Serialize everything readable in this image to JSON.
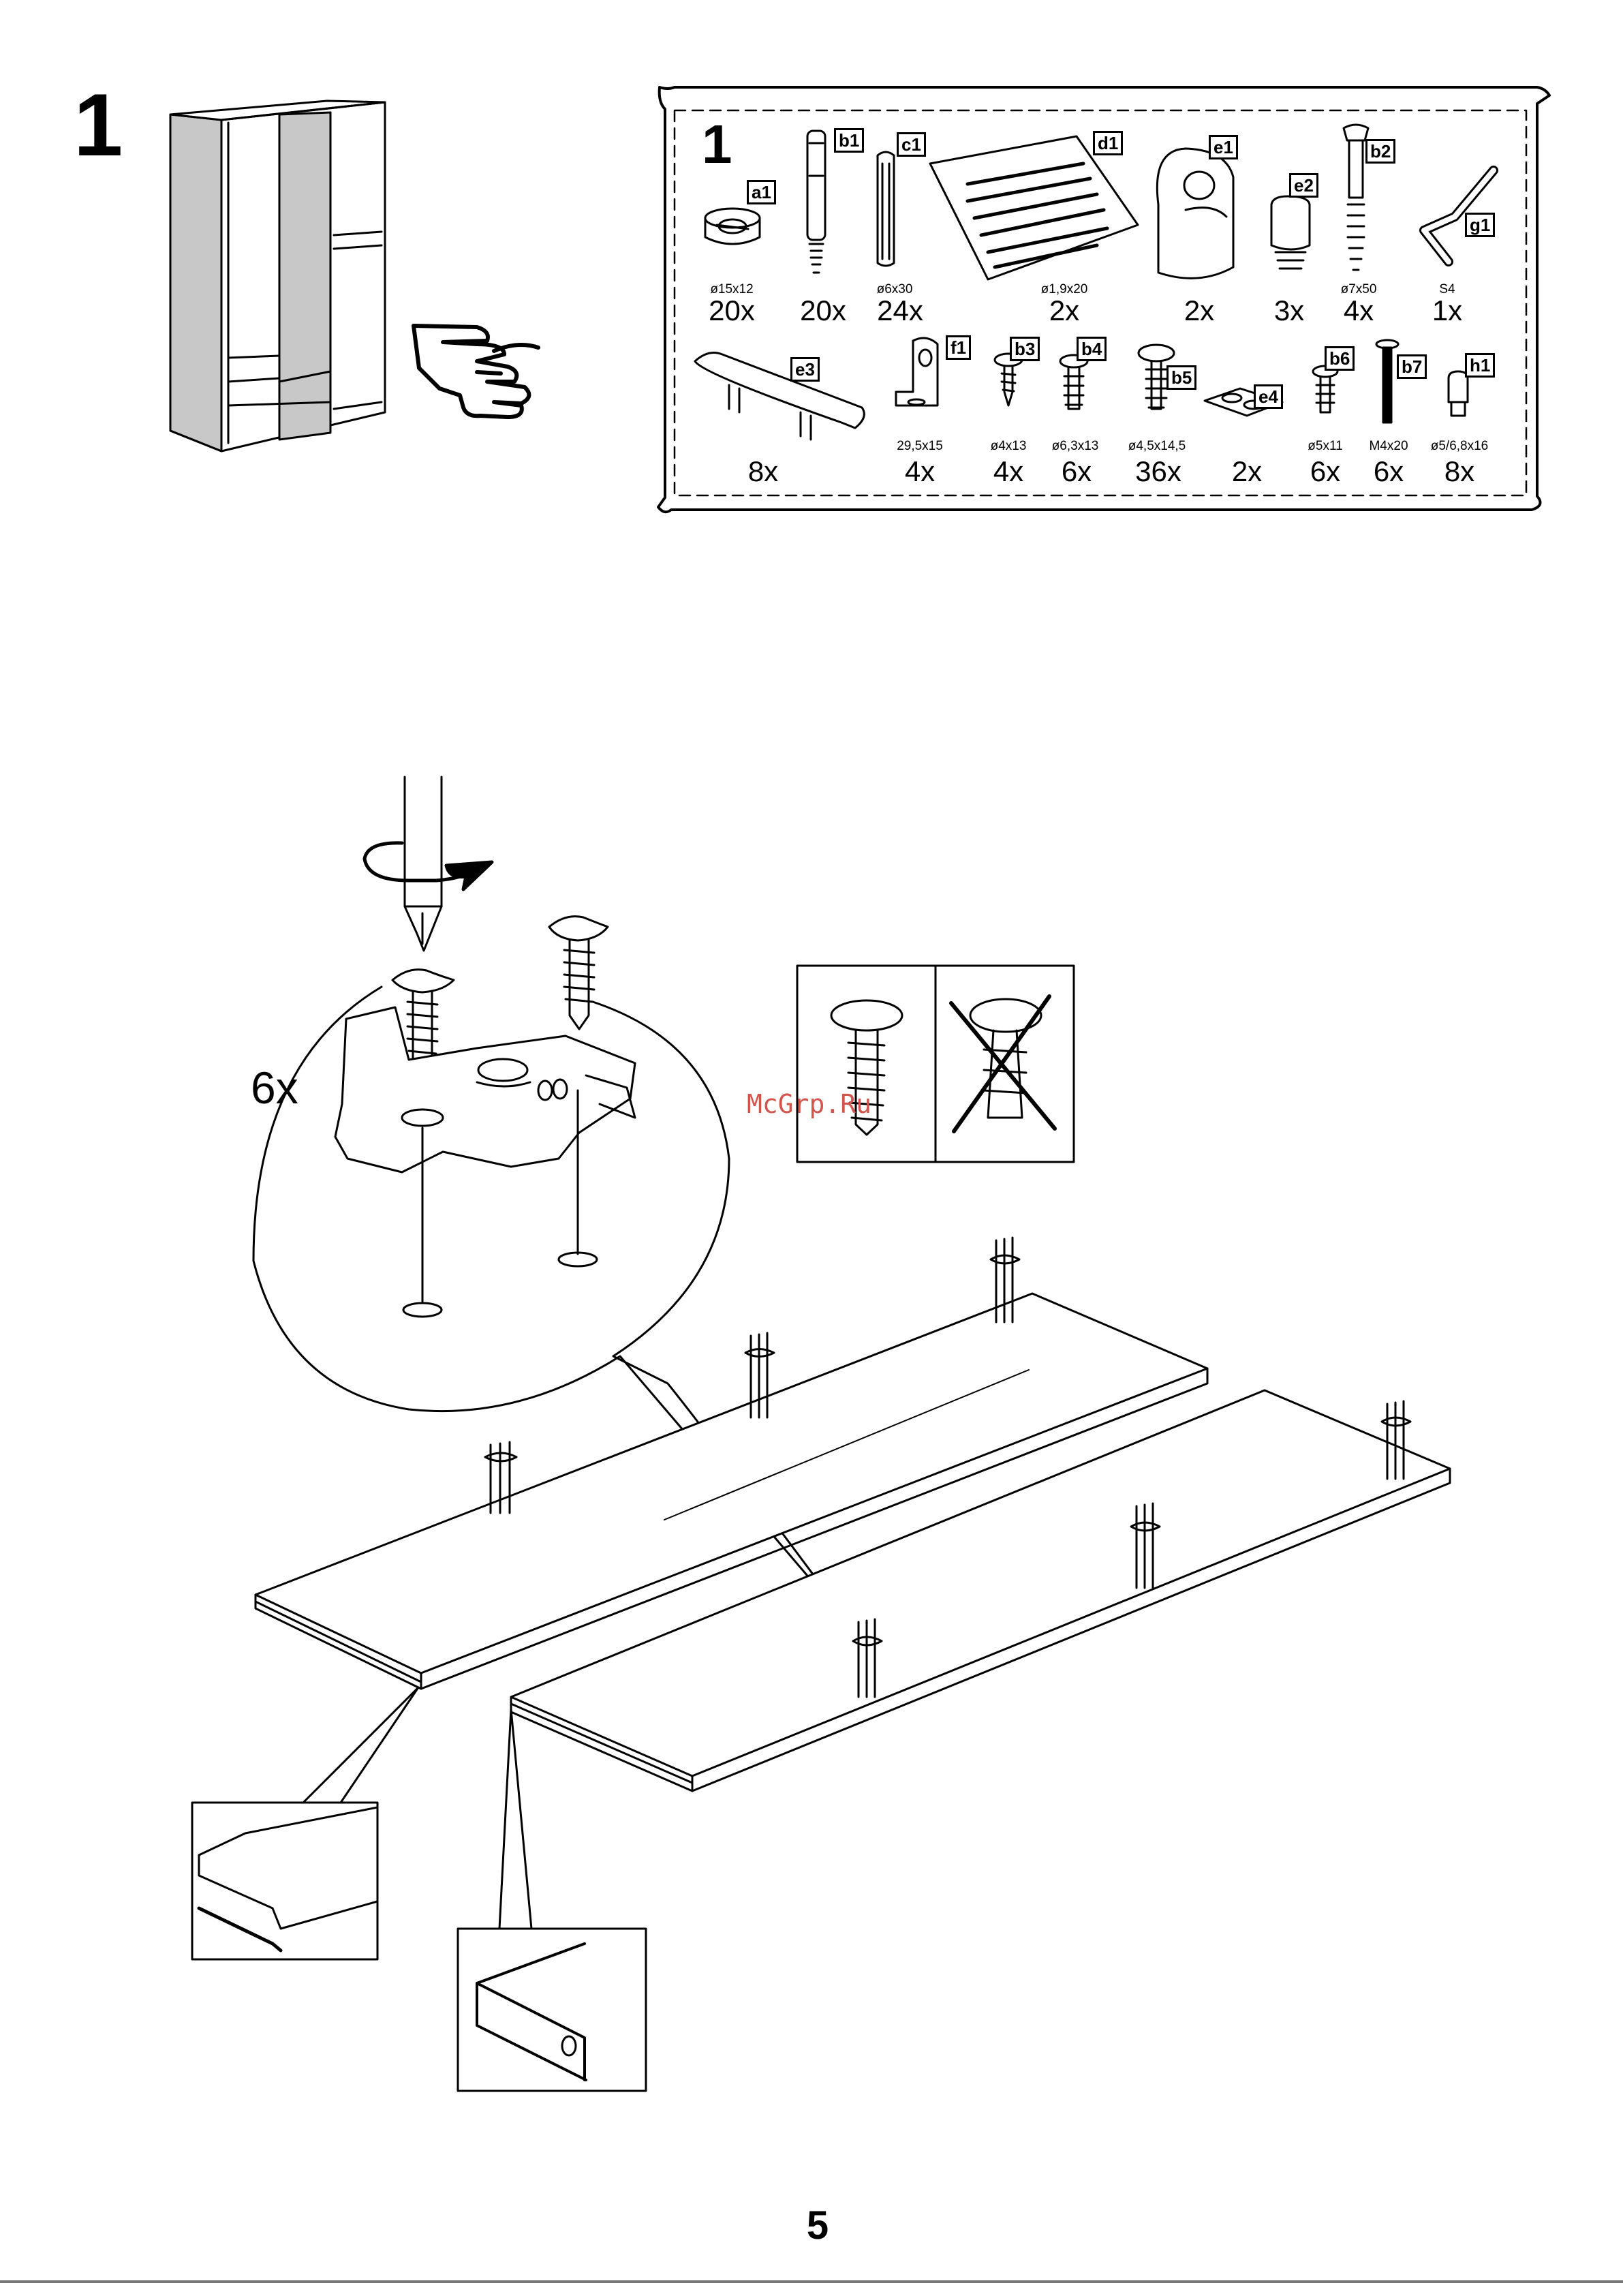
{
  "step": {
    "number": "1"
  },
  "parts_box": {
    "step_number": "1",
    "row1": [
      {
        "id": "a1",
        "dim": "ø15x12",
        "qty": "20x"
      },
      {
        "id": "b1",
        "dim": "",
        "qty": "20x"
      },
      {
        "id": "c1",
        "dim": "ø6x30",
        "qty": "24x"
      },
      {
        "id": "d1",
        "dim": "ø1,9x20",
        "qty": "2x"
      },
      {
        "id": "e1",
        "dim": "",
        "qty": "2x"
      },
      {
        "id": "e2",
        "dim": "",
        "qty": "3x"
      },
      {
        "id": "b2",
        "dim": "ø7x50",
        "qty": "4x"
      },
      {
        "id": "g1",
        "dim": "S4",
        "qty": "1x"
      }
    ],
    "row2": [
      {
        "id": "e3",
        "dim": "",
        "qty": "8x"
      },
      {
        "id": "f1",
        "dim": "29,5x15",
        "qty": "4x"
      },
      {
        "id": "b3",
        "dim": "ø4x13",
        "qty": "4x"
      },
      {
        "id": "b4",
        "dim": "ø6,3x13",
        "qty": "6x"
      },
      {
        "id": "b5",
        "dim": "ø4,5x14,5",
        "qty": "36x"
      },
      {
        "id": "e4",
        "dim": "",
        "qty": "2x"
      },
      {
        "id": "b6",
        "dim": "ø5x11",
        "qty": "6x"
      },
      {
        "id": "b7",
        "dim": "M4x20",
        "qty": "6x"
      },
      {
        "id": "h1",
        "dim": "ø5/6,8x16",
        "qty": "8x"
      }
    ]
  },
  "callout": {
    "quantity": "6x"
  },
  "watermark": "McGrp.Ru",
  "page_number": "5",
  "icons": [
    "pointing-hand-icon",
    "screwdriver-icon",
    "rotate-arrow-icon",
    "screw-icon",
    "crossed-out-screw-icon"
  ]
}
